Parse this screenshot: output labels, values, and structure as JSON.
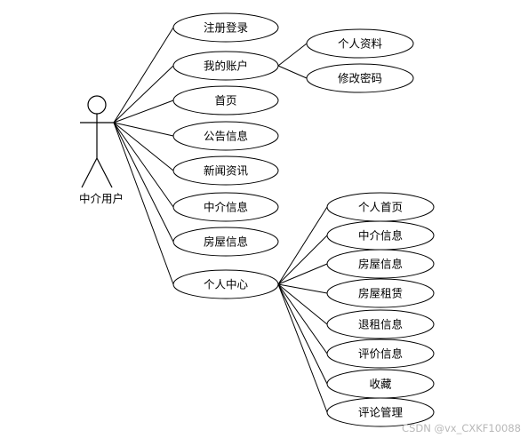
{
  "actor": {
    "label": "中介用户"
  },
  "use_cases": {
    "register_login": "注册登录",
    "my_account": "我的账户",
    "personal_info": "个人资料",
    "change_password": "修改密码",
    "home": "首页",
    "announcements": "公告信息",
    "news": "新闻资讯",
    "agent_info": "中介信息",
    "house_info": "房屋信息",
    "personal_center": "个人中心",
    "pc_home": "个人首页",
    "pc_agent_info": "中介信息",
    "pc_house_info": "房屋信息",
    "pc_house_rent": "房屋租赁",
    "pc_rent_return": "退租信息",
    "pc_review_info": "评价信息",
    "pc_favorites": "收藏",
    "pc_comment_mgmt": "评论管理"
  },
  "watermark": "CSDN @vx_CXKF10088"
}
